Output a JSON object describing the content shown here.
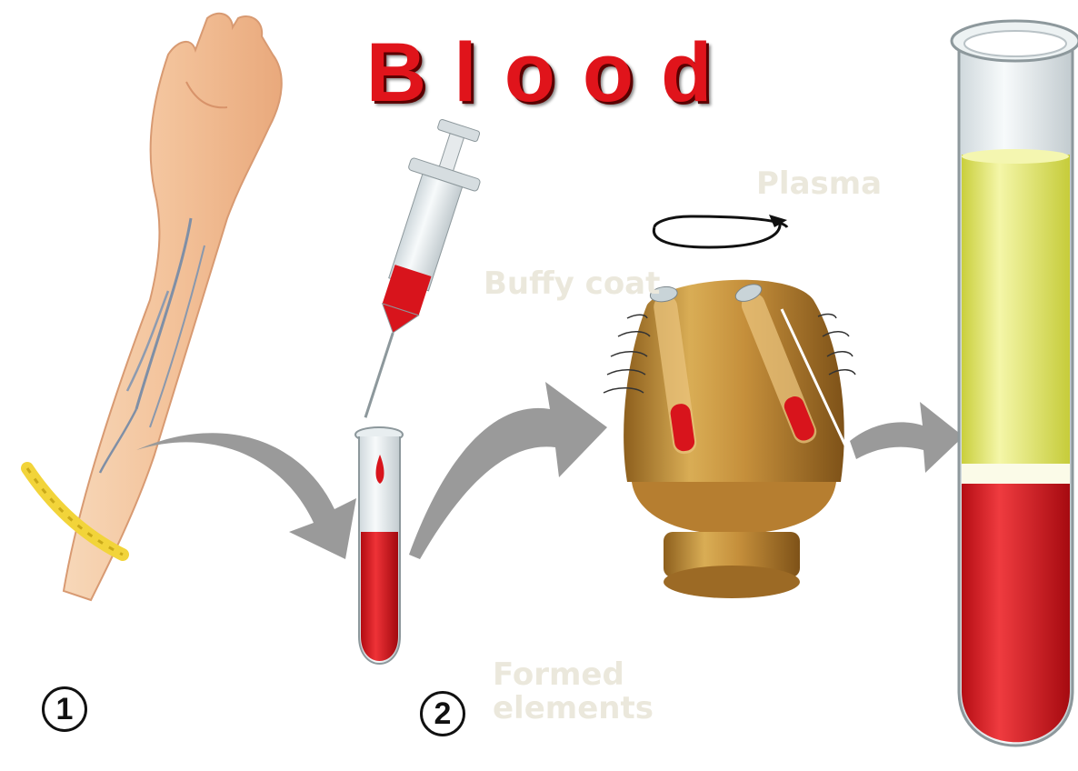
{
  "title": "Blood",
  "steps": [
    "1",
    "2"
  ],
  "labels": {
    "plasma": "Plasma",
    "buffy_coat": "Buffy coat",
    "formed_elements": "Formed elements"
  },
  "colors": {
    "title_red": "#e0141b",
    "blood_red": "#d8141c",
    "plasma_yellow": "#e8ec7a",
    "skin": "#f3c7a0",
    "centrifuge_gold": "#c9973f",
    "arrow_gray": "#9a9a9a",
    "tourniquet_yellow": "#f2d43a"
  }
}
